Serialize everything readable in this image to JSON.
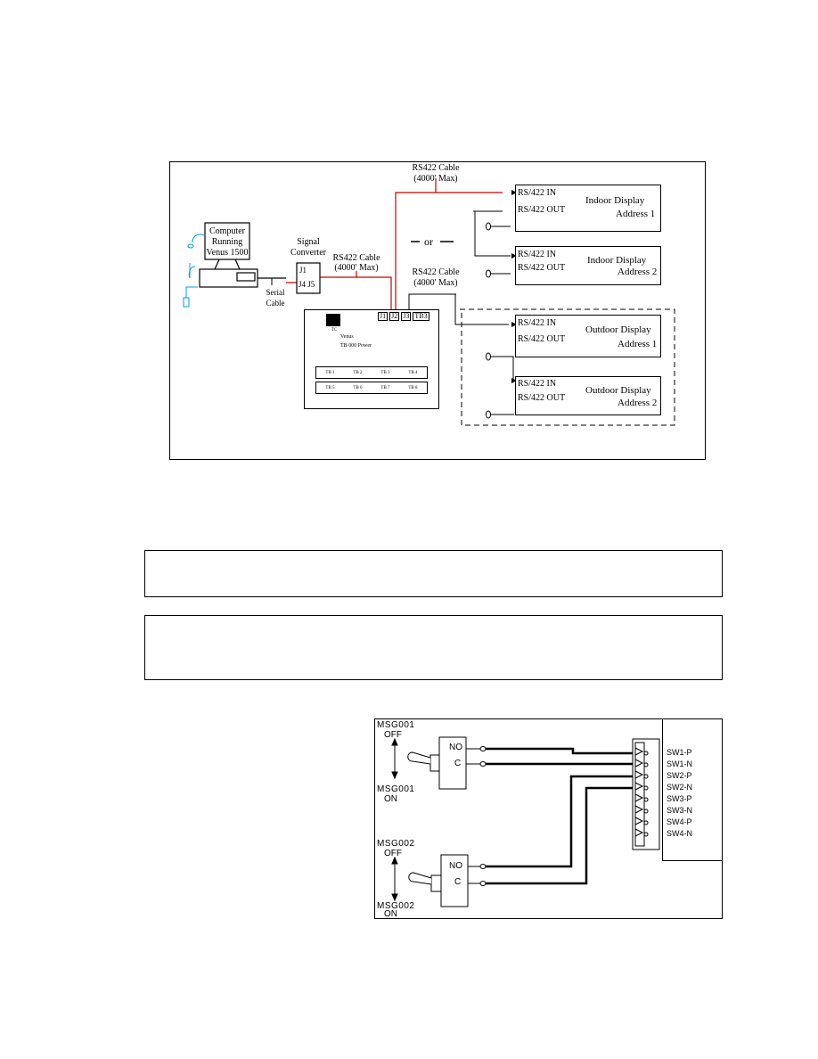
{
  "wiring_diagram": {
    "computer": {
      "line1": "Computer",
      "line2": "Running",
      "line3": "Venus 1500"
    },
    "serial_cable": {
      "line1": "Serial",
      "line2": "Cable"
    },
    "signal_converter": {
      "line1": "Signal",
      "line2": "Converter",
      "j1": "J1",
      "j4_j5": "J4 J5"
    },
    "rs422_cable_left": {
      "line1": "RS422 Cable",
      "line2": "(4000' Max)"
    },
    "rs422_cable_top": {
      "line1": "RS422 Cable",
      "line2": "(4000' Max)"
    },
    "rs422_cable_mid": {
      "line1": "RS422 Cable",
      "line2": "(4000' Max)"
    },
    "or_label": "or",
    "controller": {
      "connectors": [
        "J1",
        "J2",
        "J3",
        "TB3"
      ],
      "brand_small": "TC",
      "line1": "Venus",
      "line2": "TB 000 Power",
      "top_terminals": [
        "TB 1",
        "TB 2",
        "TB 3",
        "TB 4"
      ],
      "bottom_terminals": [
        "TB 5",
        "TB 6",
        "TB 7",
        "TB 8"
      ]
    },
    "displays": [
      {
        "in_label": "RS/422 IN",
        "out_label": "RS/422 OUT",
        "name": "Indoor Display",
        "address": "Address 1"
      },
      {
        "in_label": "RS/422 IN",
        "out_label": "RS/422 OUT",
        "name": "Indoor Display",
        "address": "Address 2"
      },
      {
        "in_label": "RS/422 IN",
        "out_label": "RS/422 OUT",
        "name": "Outdoor Display",
        "address": "Address 1"
      },
      {
        "in_label": "RS/422 IN",
        "out_label": "RS/422 OUT",
        "name": "Outdoor Display",
        "address": "Address 2"
      }
    ]
  },
  "note_boxes": [
    "",
    ""
  ],
  "switch_diagram": {
    "switch1": {
      "off_line1": "MSG001",
      "off_line2": "OFF",
      "on_line1": "MSG001",
      "on_line2": "ON",
      "no": "NO",
      "c": "C"
    },
    "switch2": {
      "off_line1": "MSG002",
      "off_line2": "OFF",
      "on_line1": "MSG002",
      "on_line2": "ON",
      "no": "NO",
      "c": "C"
    },
    "terminals": [
      "SW1-P",
      "SW1-N",
      "SW2-P",
      "SW2-N",
      "SW3-P",
      "SW3-N",
      "SW4-P",
      "SW4-N"
    ],
    "colors": {
      "wire": "#000000",
      "cable": "#cc0000",
      "device": "#00a0d8"
    }
  }
}
